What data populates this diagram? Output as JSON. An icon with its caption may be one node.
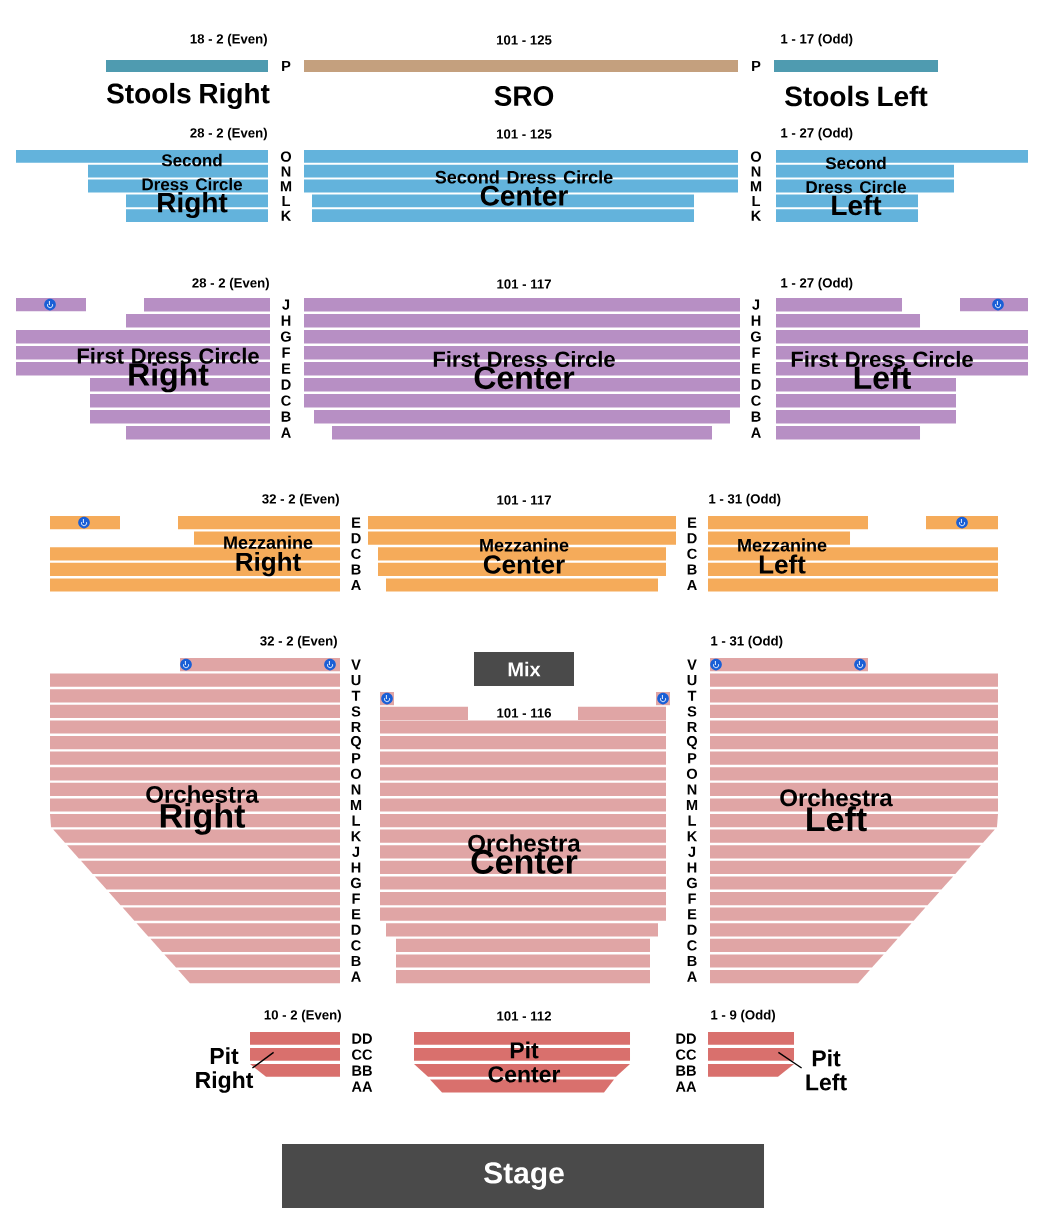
{
  "diagram": {
    "nodes": [
      {
        "text": [
          "Stools Right"
        ]
      },
      {
        "text": [
          "SRO"
        ]
      },
      {
        "text": [
          "Stools Left"
        ]
      },
      {
        "text": [
          "Second Dress Circle",
          "Right"
        ]
      },
      {
        "text": [
          "Second Dress Circle",
          "Center"
        ]
      },
      {
        "text": [
          "Second Dress Circle",
          "Left"
        ]
      },
      {
        "text": [
          "First Dress Circle",
          "Right"
        ]
      },
      {
        "text": [
          "First Dress Circle",
          "Center"
        ]
      },
      {
        "text": [
          "First Dress Circle",
          "Left"
        ]
      },
      {
        "text": [
          "Mezzanine",
          "Right"
        ]
      },
      {
        "text": [
          "Mezzanine",
          "Center"
        ]
      },
      {
        "text": [
          "Mezzanine",
          "Left"
        ]
      },
      {
        "text": [
          "Mix"
        ]
      },
      {
        "text": [
          "Orchestra",
          "Right"
        ]
      },
      {
        "text": [
          "Orchestra",
          "Center"
        ]
      },
      {
        "text": [
          "Orchestra",
          "Left"
        ]
      },
      {
        "text": [
          "Pit Right"
        ]
      },
      {
        "text": [],
        "shape": "box"
      },
      {
        "text": [
          "Pit Center"
        ]
      },
      {
        "text": [],
        "shape": "box"
      },
      {
        "text": [
          "Pit Left"
        ]
      },
      {
        "text": [
          "Stage"
        ]
      }
    ],
    "edges": [
      {
        "from": 16,
        "to": 17,
        "arrow": "none"
      },
      {
        "from": 20,
        "to": 19,
        "arrow": "none"
      }
    ],
    "labels": [
      "18 - 2 (Even)",
      "101 - 125",
      "1 - 17 (Odd)",
      "P",
      "P",
      "28 - 2 (Even)",
      "101 - 125",
      "1 - 27 (Odd)",
      "O",
      "O",
      "N",
      "N",
      "M",
      "M",
      "L",
      "L",
      "K",
      "K",
      "28 - 2 (Even)",
      "101 - 117",
      "1 - 27 (Odd)",
      "J",
      "J",
      "H",
      "H",
      "G",
      "G",
      "F",
      "F",
      "E",
      "E",
      "D",
      "D",
      "C",
      "C",
      "B",
      "B",
      "A",
      "A",
      "32 - 2 (Even)",
      "101 - 117",
      "1 - 31 (Odd)",
      "E",
      "E",
      "D",
      "D",
      "C",
      "C",
      "B",
      "B",
      "A",
      "A",
      "32 - 2 (Even)",
      "1 - 31 (Odd)",
      "101 - 116",
      "V",
      "V",
      "U",
      "U",
      "T",
      "T",
      "S",
      "S",
      "R",
      "R",
      "Q",
      "Q",
      "P",
      "P",
      "O",
      "O",
      "N",
      "N",
      "M",
      "M",
      "L",
      "L",
      "K",
      "K",
      "J",
      "J",
      "H",
      "H",
      "G",
      "G",
      "F",
      "F",
      "E",
      "E",
      "D",
      "D",
      "C",
      "C",
      "B",
      "B",
      "A",
      "A",
      "10 - 2 (Even)",
      "101 - 112",
      "1 - 9 (Odd)",
      "DD",
      "DD",
      "CC",
      "CC",
      "BB",
      "BB",
      "AA",
      "AA"
    ]
  }
}
